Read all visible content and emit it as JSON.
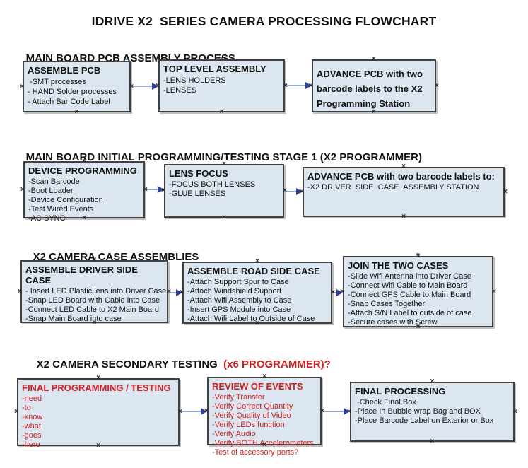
{
  "title": "IDRIVE X2  SERIES CAMERA PROCESSING FLOWCHART",
  "colors": {
    "box_fill": "#dce6f1",
    "box_border": "#404040",
    "arrow_line": "#94a9cd",
    "arrow_head": "#2e4199",
    "red_text": "#cc2222"
  },
  "sections": [
    {
      "heading": "MAIN BOARD PCB ASSEMBLY PROCESS",
      "boxes": [
        {
          "title": "ASSEMBLE PCB",
          "items": [
            " -SMT processes",
            "- HAND Solder processes",
            "- Attach Bar Code Label"
          ]
        },
        {
          "title": "TOP LEVEL ASSEMBLY",
          "items": [
            "-LENS HOLDERS",
            "-LENSES"
          ]
        },
        {
          "title": "ADVANCE PCB with two barcode labels to the X2 Programming Station",
          "items": []
        }
      ]
    },
    {
      "heading": "MAIN BOARD INITIAL PROGRAMMING/TESTING STAGE 1 (X2 PROGRAMMER)",
      "boxes": [
        {
          "title": "DEVICE PROGRAMMING",
          "items": [
            "-Scan Barcode",
            "-Boot Loader",
            "-Device Configuration",
            "-Test Wired Events",
            "-AC SYNC"
          ]
        },
        {
          "title": "LENS FOCUS",
          "items": [
            "-FOCUS BOTH LENSES",
            "-GLUE LENSES"
          ]
        },
        {
          "title": "ADVANCE PCB with two barcode labels to:",
          "items": [
            "-X2 DRIVER  SIDE  CASE  ASSEMBLY STATION"
          ]
        }
      ]
    },
    {
      "heading": "X2 CAMERA CASE ASSEMBLIES",
      "boxes": [
        {
          "title": "ASSEMBLE DRIVER SIDE CASE",
          "items": [
            "- Insert LED Plastic lens into Driver Case",
            "-Snap LED Board with Cable into Case",
            "-Connect LED Cable to X2 Main Board",
            "-Snap Main Board into case"
          ]
        },
        {
          "title": "ASSEMBLE ROAD SIDE CASE",
          "items": [
            "-Attach Support Spur to Case",
            "-Attach Windshield Support",
            "-Attach Wifi Assembly to Case",
            "-Insert GPS Module into Case",
            "-Attach Wifi Label to Outside of Case"
          ]
        },
        {
          "title": "JOIN THE TWO CASES",
          "items": [
            "-Slide Wifi Antenna into Driver Case",
            "-Connect Wifi Cable to Main Board",
            "-Connect GPS Cable to Main Board",
            "-Snap Cases Together",
            "-Attach S/N Label to outside of case",
            "-Secure cases with Screw"
          ]
        }
      ]
    },
    {
      "heading": "X2 CAMERA SECONDARY TESTING  ",
      "heading_red": "(x6 PROGRAMMER)?",
      "boxes": [
        {
          "title": "FINAL PROGRAMMING / TESTING",
          "items": [
            "-need",
            "-to",
            "-know",
            "-what",
            "-goes",
            "-here"
          ]
        },
        {
          "title": "REVIEW OF EVENTS",
          "items": [
            "-Verify Transfer",
            "-Verify Correct Quantity",
            "-Verify Quality of Video",
            "-Verify LEDs function",
            "-Verify Audio",
            "-Verify BOTH Accelerometers",
            "-Test of accessory ports?"
          ]
        },
        {
          "title": "FINAL PROCESSING",
          "items": [
            " -Check Final Box",
            "-Place In Bubble wrap Bag and BOX",
            "-Place Barcode Label on Exterior or Box"
          ]
        }
      ]
    }
  ]
}
